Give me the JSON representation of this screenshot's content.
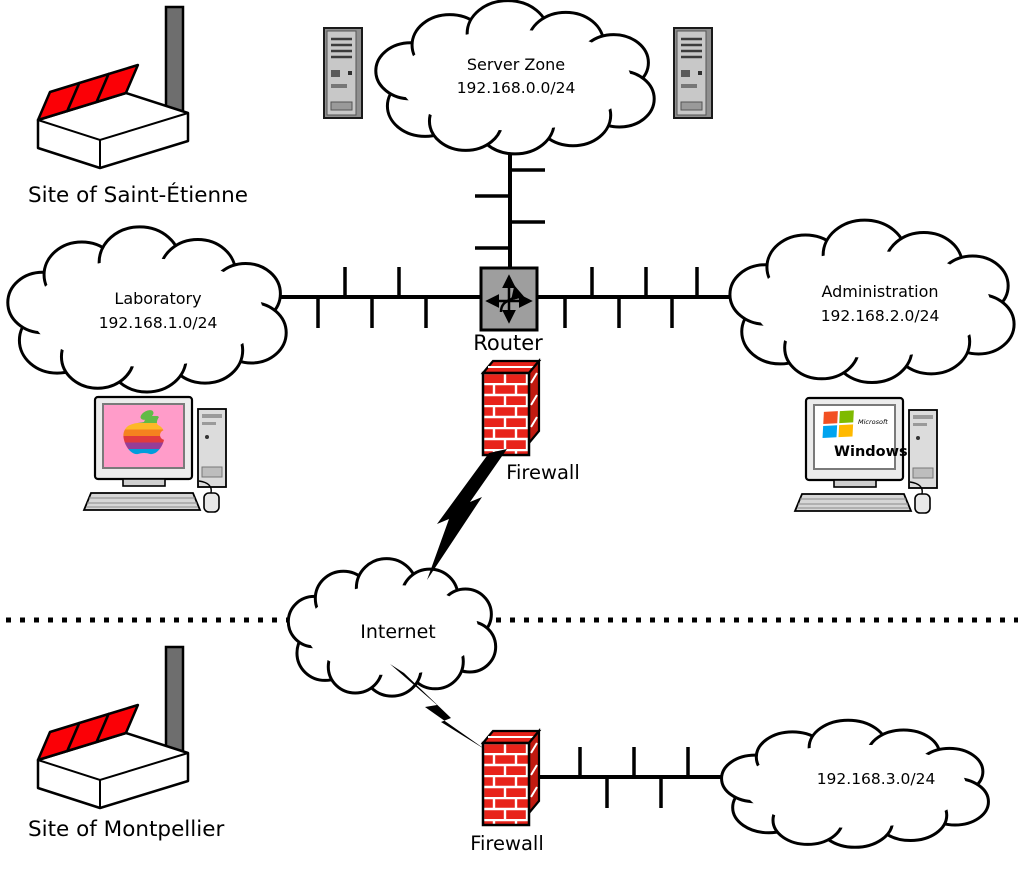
{
  "diagram": {
    "sites": {
      "saint_etienne": {
        "label": "Site of Saint-Étienne"
      },
      "montpellier": {
        "label": "Site of Montpellier"
      }
    },
    "clouds": {
      "server_zone": {
        "name": "Server Zone",
        "cidr": "192.168.0.0/24"
      },
      "laboratory": {
        "name": "Laboratory",
        "cidr": "192.168.1.0/24"
      },
      "administration": {
        "name": "Administration",
        "cidr": "192.168.2.0/24"
      },
      "internet": {
        "name": "Internet"
      },
      "montpellier_lan": {
        "cidr": "192.168.3.0/24"
      }
    },
    "devices": {
      "router": {
        "label": "Router"
      },
      "firewall_top": {
        "label": "Firewall"
      },
      "firewall_bottom": {
        "label": "Firewall"
      }
    },
    "workstations": {
      "windows": {
        "maker": "Microsoft",
        "brand": "Windows"
      }
    },
    "colors": {
      "brick_red": "#e8231a",
      "brick_side_red": "#c11a10",
      "factory_red": "#fb0006",
      "router_gray": "#9e9e9e",
      "mac_screen_pink": "#ff9cc9",
      "line_black": "#000000"
    }
  }
}
